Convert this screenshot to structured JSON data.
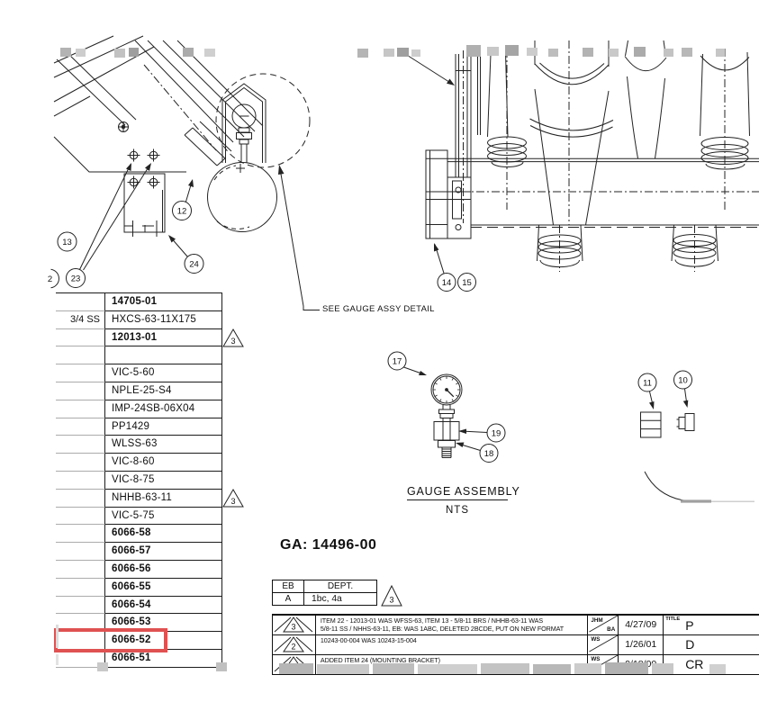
{
  "notes": {
    "see_gauge": "SEE GAUGE ASSY DETAIL",
    "gauge_title": "GAUGE ASSEMBLY",
    "gauge_scale": "NTS",
    "ga_number": "GA: 14496-00"
  },
  "callouts": {
    "c2": "2",
    "c10": "10",
    "c11": "11",
    "c12": "12",
    "c13": "13",
    "c14": "14",
    "c15": "15",
    "c17": "17",
    "c18": "18",
    "c19": "19",
    "c23": "23",
    "c24": "24"
  },
  "flags": {
    "table_flag_1": "3",
    "table_flag_2": "3",
    "eb_flag": "3"
  },
  "parts_table": {
    "highlighted_part": "6066-52",
    "highlight_color": "#e05252",
    "rows": [
      {
        "size": "",
        "part": "14705-01"
      },
      {
        "size": "3/4 SS",
        "part": "HXCS-63-11X175"
      },
      {
        "size": "",
        "part": "12013-01"
      },
      {
        "size": "",
        "part": ""
      },
      {
        "size": "",
        "part": "VIC-5-60"
      },
      {
        "size": "",
        "part": "NPLE-25-S4"
      },
      {
        "size": "",
        "part": "IMP-24SB-06X04"
      },
      {
        "size": "",
        "part": "PP1429"
      },
      {
        "size": "",
        "part": "WLSS-63"
      },
      {
        "size": "",
        "part": "VIC-8-60"
      },
      {
        "size": "",
        "part": "VIC-8-75"
      },
      {
        "size": "",
        "part": "NHHB-63-11"
      },
      {
        "size": "",
        "part": "VIC-5-75"
      },
      {
        "size": "",
        "part": "6066-58"
      },
      {
        "size": "",
        "part": "6066-57"
      },
      {
        "size": "",
        "part": "6066-56"
      },
      {
        "size": "",
        "part": "6066-55"
      },
      {
        "size": "",
        "part": "6066-54"
      },
      {
        "size": "",
        "part": "6066-53"
      },
      {
        "size": "",
        "part": "6066-52"
      },
      {
        "size": "",
        "part": "6066-51"
      }
    ]
  },
  "eb_block": {
    "col_eb": "EB",
    "col_dept": "DEPT.",
    "val_eb": "A",
    "val_dept": "1bc, 4a"
  },
  "revisions": {
    "title_label": "TITLE",
    "title_lines": [
      "P",
      "D",
      "CR"
    ],
    "rows": [
      {
        "rev": "3",
        "line1": "ITEM 22 - 12013-01 WAS WFSS-63, ITEM 13 - 5/8-11 BRS / NHHB-63-11 WAS",
        "line2": "5/8-11 SS / NHHS-63-11, EB: WAS 1ABC, DELETED 2BCDE, PUT ON NEW FORMAT",
        "ini_top": "JHM",
        "ini_bottom": "BA",
        "date": "4/27/09"
      },
      {
        "rev": "2",
        "line1": "10243-00-004 WAS 10243-15-004",
        "line2": "",
        "ini_top": "WS",
        "ini_bottom": "",
        "date": "1/26/01"
      },
      {
        "rev": "1",
        "line1": "ADDED ITEM 24 (MOUNTING BRACKET)",
        "line2": "",
        "ini_top": "WS",
        "ini_bottom": "",
        "date": "9/18/00"
      }
    ]
  }
}
